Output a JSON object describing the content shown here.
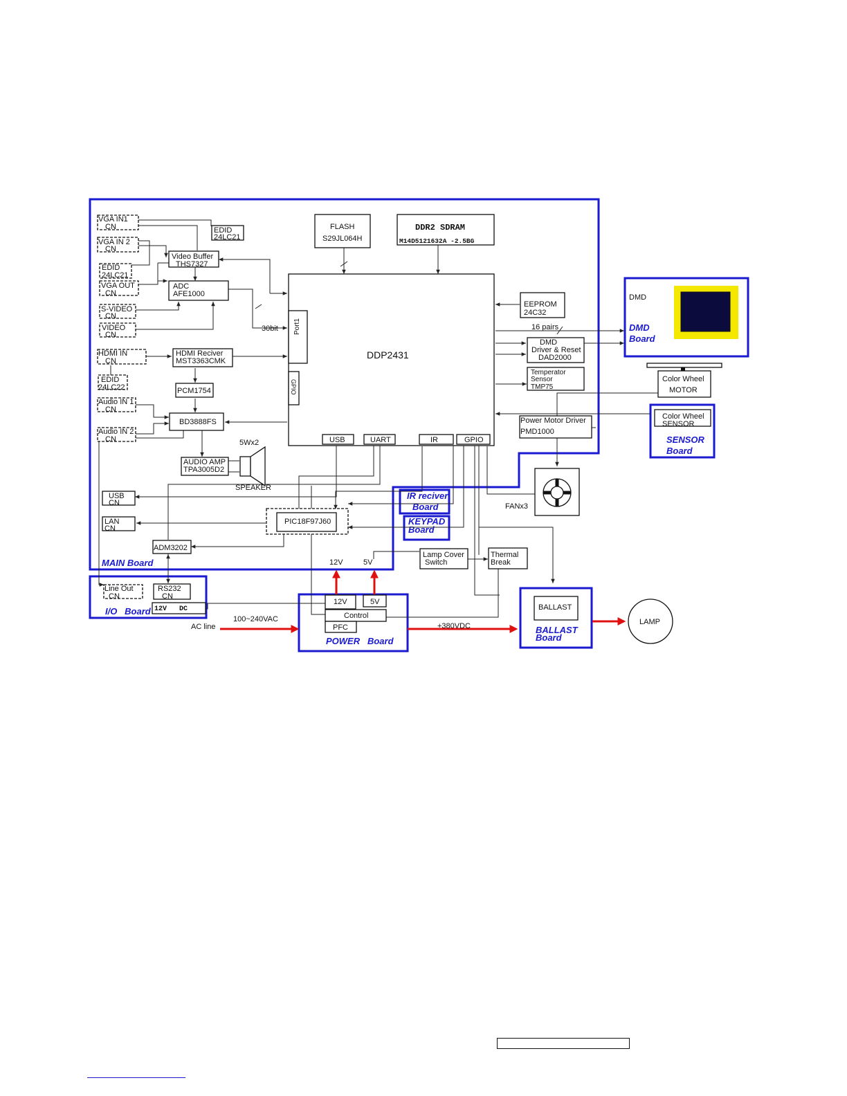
{
  "boards": {
    "main": "MAIN Board",
    "io": "I/O   Board",
    "power": "POWER   Board",
    "ballast": "BALLAST Board",
    "dmd": "DMD Board",
    "sensor": "SENSOR Board",
    "ir": "IR reciver Board",
    "keypad": "KEYPAD Board"
  },
  "blocks": {
    "vga_in1": [
      "VGA IN1",
      "CN"
    ],
    "vga_in2": [
      "VGA IN 2",
      "CN"
    ],
    "edid_top": [
      "EDID",
      "24LC21"
    ],
    "edid_left": [
      "EDID",
      "24LC21"
    ],
    "vga_out": [
      "VGA OUT",
      "CN"
    ],
    "svideo": [
      "S-VIDEO",
      "CN"
    ],
    "video": [
      "VIDEO",
      "CN"
    ],
    "hdmi_in": [
      "HDMI IN",
      "CN"
    ],
    "edid_hdmi": [
      "EDID",
      "24LC22"
    ],
    "audio_in1": [
      "Audio IN 1",
      "CN"
    ],
    "audio_in2": [
      "Audio IN 2",
      "CN"
    ],
    "video_buffer": [
      "Video Buffer",
      "THS7327"
    ],
    "adc": [
      "ADC",
      "AFE1000"
    ],
    "hdmi_receiver": [
      "HDMI Reciver",
      "MST3363CMK"
    ],
    "pcm": [
      "PCM1754"
    ],
    "bd3888": [
      "BD3888FS"
    ],
    "audio_amp": [
      "AUDIO AMP",
      "TPA3005D2"
    ],
    "flash": [
      "FLASH",
      "S29JL064H"
    ],
    "ddr2": [
      "DDR2  SDRAM",
      "M14D5121632A -2.5BG"
    ],
    "ddp": "DDP2431",
    "port1": "Port1",
    "gpio_side": "GPIO",
    "eeprom": [
      "EEPROM",
      "24C32"
    ],
    "dmd_driver": [
      "DMD",
      "Driver & Reset",
      "DAD2000"
    ],
    "temp_sensor": [
      "Temperator",
      "Sensor",
      "TMP75"
    ],
    "power_motor": [
      "Power Motor Driver",
      "PMD1000"
    ],
    "color_wheel_motor": [
      "Color Wheel",
      "MOTOR"
    ],
    "color_wheel_sensor": [
      "Color Wheel",
      "SENSOR"
    ],
    "usb_port": "USB",
    "uart_port": "UART",
    "ir_port": "IR",
    "gpio_port": "GPIO",
    "usb_cn": [
      "USB",
      "CN"
    ],
    "lan_cn": [
      "LAN",
      "CN"
    ],
    "pic": "PIC18F97J60",
    "adm": "ADM3202",
    "line_out": [
      "Line Out",
      "CN"
    ],
    "rs232": [
      "RS232",
      "CN"
    ],
    "dc_12v": "12V   DC",
    "lamp_cover": [
      "Lamp Cover",
      "Switch"
    ],
    "thermal": [
      "Thermal",
      "Break"
    ],
    "psu_12v": "12V",
    "psu_5v": "5V",
    "control": "Control",
    "pfc": "PFC",
    "ballast": "BALLAST",
    "lamp": "LAMP",
    "dmd_label": "DMD",
    "fan": "FANx3"
  },
  "labels": {
    "bit30": "30bit",
    "pairs16": "16 pairs",
    "speaker_power": "5Wx2",
    "speaker": "SPEAKER",
    "rail_12v": "12V",
    "rail_5v": "5V",
    "ac_line": "AC line",
    "ac_range": "100~240VAC",
    "dc_380": "+380VDC"
  },
  "colors": {
    "board_frame": "#1a1ad0",
    "power_arrow": "#e01010",
    "dmd_outer": "#f5e800",
    "dmd_inner": "#0b0b3e"
  }
}
